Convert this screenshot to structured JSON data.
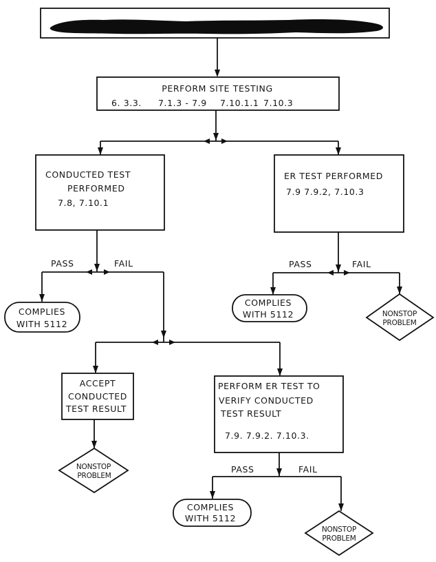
{
  "diagram": {
    "type": "flowchart",
    "header": {
      "title_redacted": true
    },
    "nodes": {
      "site_testing": {
        "title": "PERFORM SITE TESTING",
        "refs": [
          "6. 3.3.",
          "7.1.3 - 7.9",
          "7.10.1.1",
          "7.10.3"
        ]
      },
      "conducted_test": {
        "lines": [
          "CONDUCTED TEST",
          "PERFORMED",
          "7.8,  7.10.1"
        ]
      },
      "er_test": {
        "lines": [
          "ER TEST PERFORMED",
          "7.9    7.9.2,  7.10.3"
        ]
      },
      "complies_left": {
        "lines": [
          "COMPLIES",
          "WITH 5112"
        ]
      },
      "complies_right": {
        "lines": [
          "COMPLIES",
          "WITH 5112"
        ]
      },
      "nonstop_right": {
        "lines": [
          "NONSTOP",
          "PROBLEM"
        ]
      },
      "accept_conducted": {
        "lines": [
          "ACCEPT",
          "CONDUCTED",
          "TEST RESULT"
        ]
      },
      "nonstop_left": {
        "lines": [
          "NONSTOP",
          "PROBLEM"
        ]
      },
      "perform_er_verify": {
        "lines": [
          "PERFORM ER TEST TO",
          "VERIFY CONDUCTED",
          "TEST RESULT",
          "7.9.   7.9.2.   7.10.3."
        ]
      },
      "complies_bottom": {
        "lines": [
          "COMPLIES",
          "WITH 5112"
        ]
      },
      "nonstop_bottom": {
        "lines": [
          "NONSTOP",
          "PROBLEM"
        ]
      }
    },
    "branch_labels": {
      "conducted": {
        "pass": "PASS",
        "fail": "FAIL"
      },
      "er": {
        "pass": "PASS",
        "fail": "FAIL"
      },
      "verify": {
        "pass": "PASS",
        "fail": "FAIL"
      }
    },
    "edges": [
      [
        "header",
        "site_testing"
      ],
      [
        "site_testing",
        "conducted_test"
      ],
      [
        "site_testing",
        "er_test"
      ],
      [
        "conducted_test",
        "complies_left",
        "PASS"
      ],
      [
        "conducted_test",
        "accept_conducted",
        "FAIL"
      ],
      [
        "conducted_test",
        "perform_er_verify",
        "FAIL"
      ],
      [
        "er_test",
        "complies_right",
        "PASS"
      ],
      [
        "er_test",
        "nonstop_right",
        "FAIL"
      ],
      [
        "accept_conducted",
        "nonstop_left"
      ],
      [
        "perform_er_verify",
        "complies_bottom",
        "PASS"
      ],
      [
        "perform_er_verify",
        "nonstop_bottom",
        "FAIL"
      ]
    ]
  }
}
